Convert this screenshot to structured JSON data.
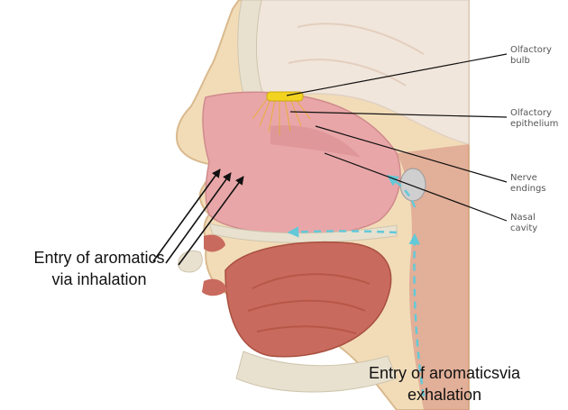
{
  "labels": {
    "olfactory_bulb": "Olfactory\nbulb",
    "olfactory_epithelium": "Olfactory\nepithelium",
    "nerve_endings": "Nerve\nendings",
    "nasal_cavity": "Nasal\ncavity"
  },
  "captions": {
    "inhalation_line1": "Entry of aromatics",
    "inhalation_line2": "via inhalation",
    "exhalation_line1": "Entry of aromaticsvia",
    "exhalation_line2": "exhalation"
  },
  "colors": {
    "skin": "#f2dcb8",
    "brain": "#f1e6dc",
    "nasal_cavity": "#e9a6a8",
    "muscle": "#c96a5e",
    "bone": "#e8e1cf",
    "olfactory_bulb": "#f2d320",
    "airflow_arrow": "#63c9d8",
    "inhalation_arrow": "#111111"
  }
}
